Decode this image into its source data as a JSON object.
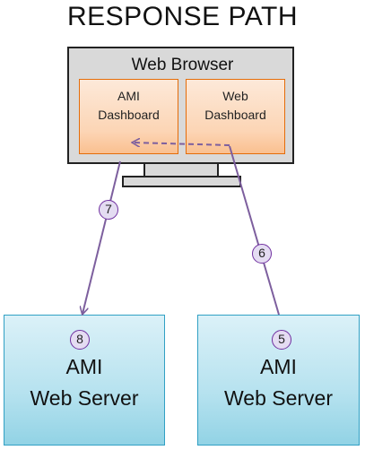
{
  "title": "RESPONSE PATH",
  "browser": {
    "label": "Web Browser",
    "ami_panel": "AMI\nDashboard",
    "web_panel": "Web\nDashboard"
  },
  "servers": {
    "left": {
      "label": "AMI\nWeb Server",
      "step": "8"
    },
    "right": {
      "label": "AMI\nWeb Server",
      "step": "5"
    }
  },
  "steps": {
    "left_line": "7",
    "right_line": "6"
  },
  "colors": {
    "arrow": "#7d5f9e",
    "browser_panel_border": "#e46c0a",
    "server_border": "#31a0c4",
    "badge_fill": "#e4dcf2"
  }
}
